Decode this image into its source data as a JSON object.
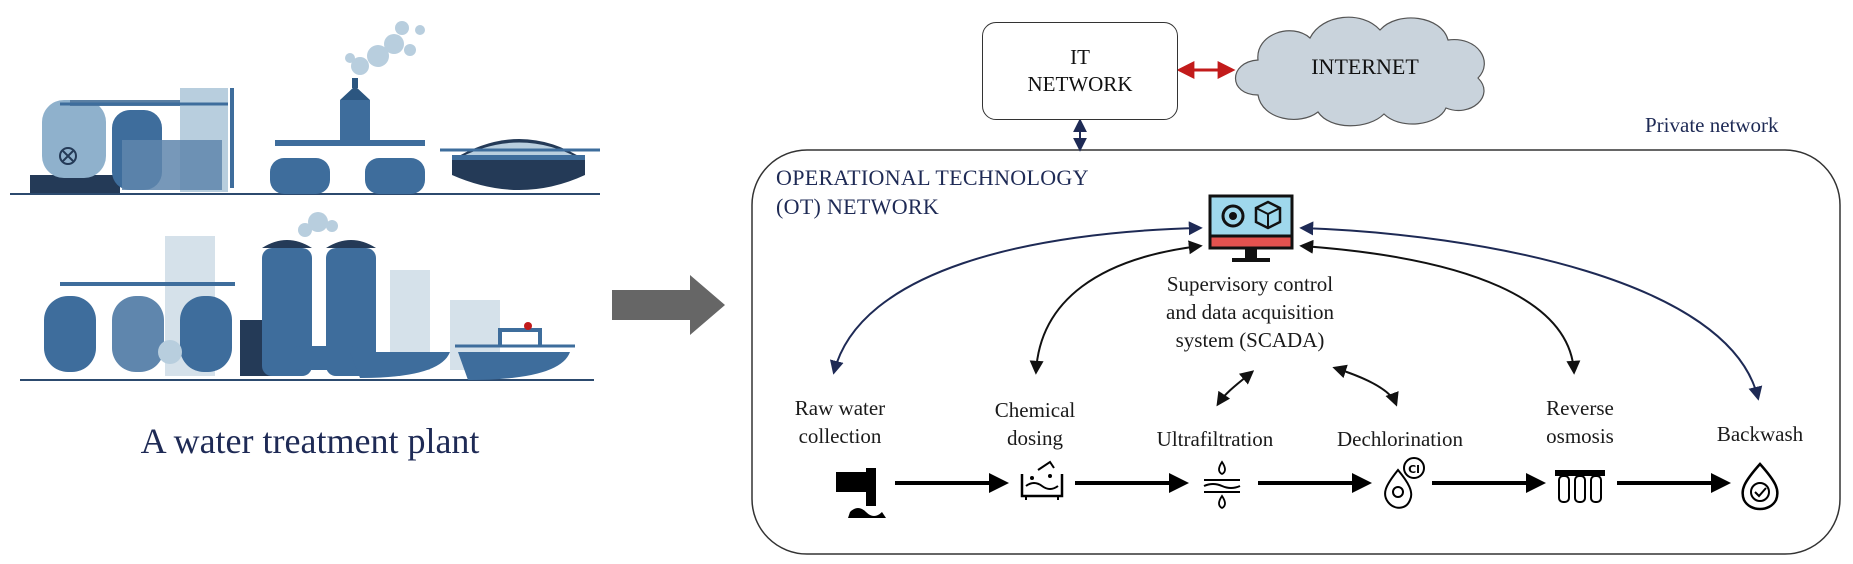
{
  "plant": {
    "caption": "A water treatment plant"
  },
  "network": {
    "it_line1": "IT",
    "it_line2": "NETWORK",
    "internet": "INTERNET",
    "private": "Private network",
    "ot_line1": "OPERATIONAL TECHNOLOGY",
    "ot_line2": "(OT) NETWORK"
  },
  "scada": {
    "line1": "Supervisory control",
    "line2": "and data acquisition",
    "line3": "system (SCADA)"
  },
  "stages": [
    {
      "line1": "Raw water",
      "line2": "collection",
      "icon": "pipe-outflow-icon"
    },
    {
      "line1": "Chemical",
      "line2": "dosing",
      "icon": "chemical-tank-icon"
    },
    {
      "line1": "Ultrafiltration",
      "line2": "",
      "icon": "filtration-icon"
    },
    {
      "line1": "Dechlorination",
      "line2": "",
      "icon": "chlorine-drop-icon"
    },
    {
      "line1": "Reverse",
      "line2": "osmosis",
      "icon": "membrane-filters-icon"
    },
    {
      "line1": "Backwash",
      "line2": "",
      "icon": "check-drop-icon"
    }
  ],
  "colors": {
    "navy": "#1e2a55",
    "plant_blue": "#3e6d9c",
    "plant_light": "#b8cede",
    "arrow_gray": "#666666",
    "bidirectional_red": "#c21b1b",
    "cloud": "#c9d3dc",
    "monitor_screen": "#9fd8ec",
    "monitor_stand": "#e3524f"
  }
}
